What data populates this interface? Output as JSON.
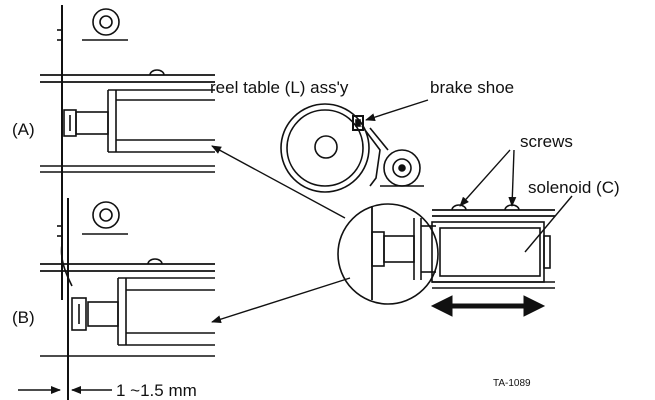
{
  "labels": {
    "view_a": "(A)",
    "view_b": "(B)",
    "reel_table": "reel table (L) ass'y",
    "brake_shoe": "brake shoe",
    "screws": "screws",
    "solenoid": "solenoid (C)",
    "gap": "1 ~1.5 mm",
    "figure_code": "TA-1089"
  },
  "colors": {
    "ink": "#111111",
    "paper": "#ffffff"
  }
}
